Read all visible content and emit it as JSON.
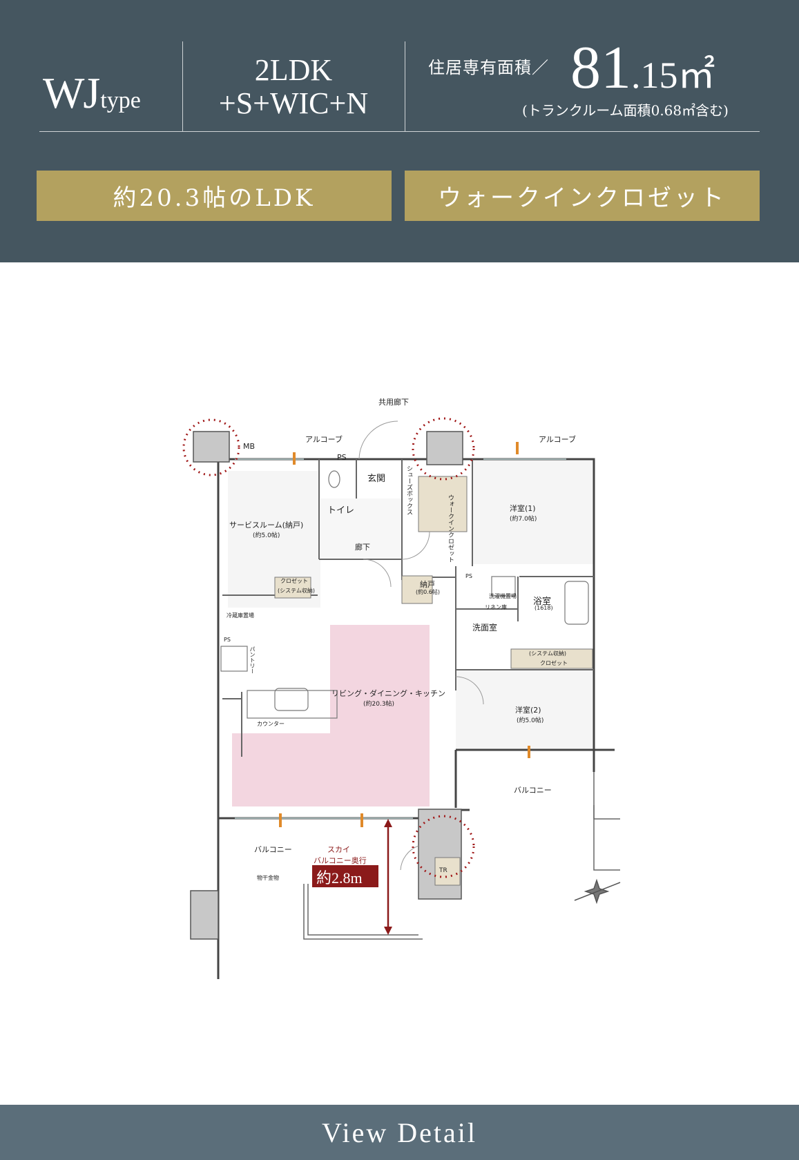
{
  "header": {
    "type_main": "WJ",
    "type_sub": "type",
    "layout_line1": "2LDK",
    "layout_line2": "+S+WIC+N",
    "area_label": "住居専有面積／",
    "area_int": "81",
    "area_dec": ".15㎡",
    "area_note": "(トランクルーム面積0.68㎡含む)"
  },
  "tags": [
    "約20.3帖のLDK",
    "ウォークインクロゼット"
  ],
  "plan": {
    "labels": {
      "corridor_common": "共用廊下",
      "alcove_left": "アルコーブ",
      "alcove_right": "アルコーブ",
      "mb": "MB",
      "ps_top": "PS",
      "toilet": "トイレ",
      "entrance": "玄関",
      "shoes_box": "シューズボックス",
      "wic": "ウォークインクロゼット",
      "western1": "洋室(1)",
      "western1_size": "(約7.0帖)",
      "service_room": "サービスルーム(納戸)",
      "service_room_size": "(約5.0帖)",
      "hallway": "廊下",
      "closet_label": "クロゼット",
      "closet_sub": "(システム収納)",
      "nando": "納戸",
      "nando_size": "(約0.6帖)",
      "ps_mid": "PS",
      "bath": "浴室",
      "bath_size": "(1618)",
      "laundry_place": "洗濯機置場",
      "linen": "リネン庫",
      "washroom": "洗面室",
      "fridge": "冷蔵庫置場",
      "ps_kitchen": "PS",
      "pantry": "パントリー",
      "ldk": "リビング・ダイニング・キッチン",
      "ldk_size": "(約20.3帖)",
      "counter": "カウンター",
      "western2": "洋室(2)",
      "western2_size": "(約5.0帖)",
      "closet2_sub": "(システム収納)",
      "closet2": "クロゼット",
      "balcony_right": "バルコニー",
      "balcony_left": "バルコニー",
      "clothes_hanger": "物干金物",
      "sky_balcony_1": "スカイ",
      "sky_balcony_2": "バルコニー奥行",
      "sky_balcony_depth": "約2.8m",
      "tr": "TR"
    }
  },
  "footer": {
    "label": "View Detail"
  },
  "colors": {
    "header_bg": "#455660",
    "tag_bg": "#b3a15f",
    "footer_bg": "#5b6e7a",
    "ldk_highlight": "#f3d6e0",
    "accent_red": "#8b1a1a",
    "closet_fill": "#e8e0cc"
  }
}
